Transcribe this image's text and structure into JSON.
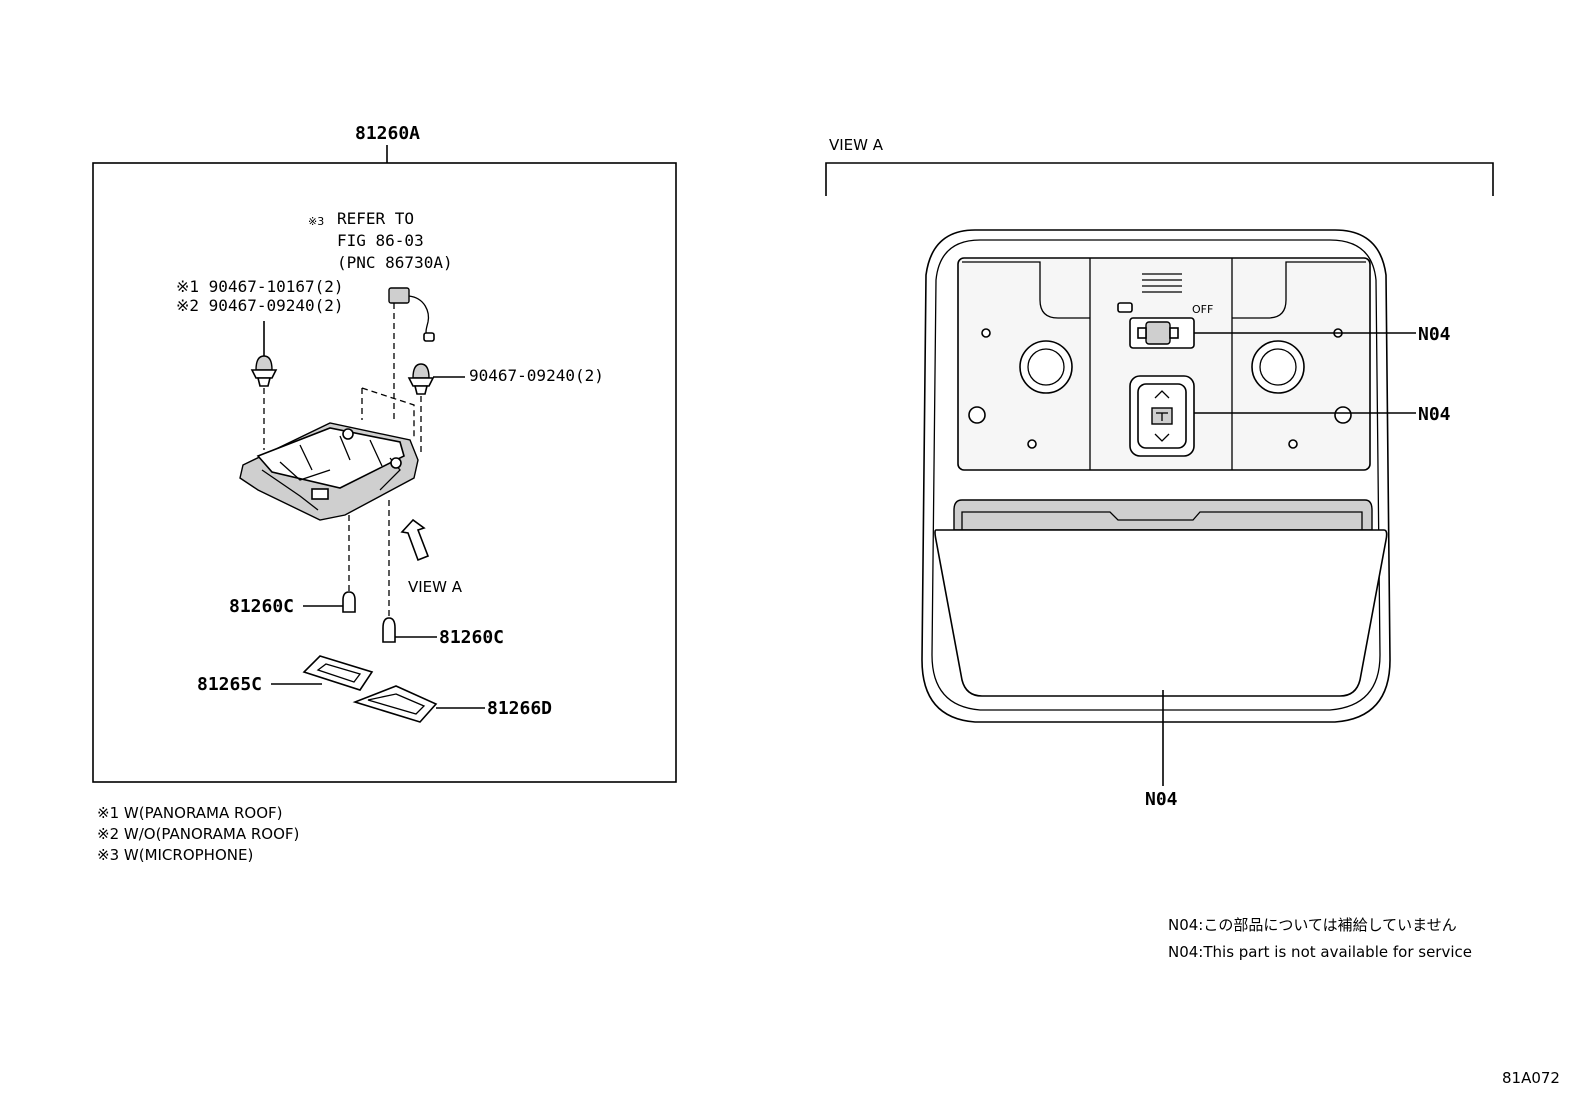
{
  "main_assembly": {
    "part_number": "81260A"
  },
  "refer_note": {
    "mark": "※3",
    "line1": "REFER TO",
    "line2": "FIG 86-03",
    "line3": "(PNC 86730A)"
  },
  "clip_parts": {
    "left_line1": "※1 90467-10167(2)",
    "left_line2": "※2 90467-09240(2)",
    "right": "90467-09240(2)"
  },
  "bulbs": {
    "left": "81260C",
    "right": "81260C"
  },
  "lenses": {
    "left": "81265C",
    "right": "81266D"
  },
  "view_arrow_label": "VIEW A",
  "view_panel": {
    "title": "VIEW A",
    "switch_off_label": "OFF",
    "callouts": [
      "N04",
      "N04",
      "N04"
    ]
  },
  "footnotes": [
    "※1 W(PANORAMA ROOF)",
    "※2 W/O(PANORAMA ROOF)",
    "※3 W(MICROPHONE)"
  ],
  "service_notes": {
    "jp": "N04:この部品については補給していません",
    "en": "N04:This part is not available for service"
  },
  "figure_code": "81A072"
}
